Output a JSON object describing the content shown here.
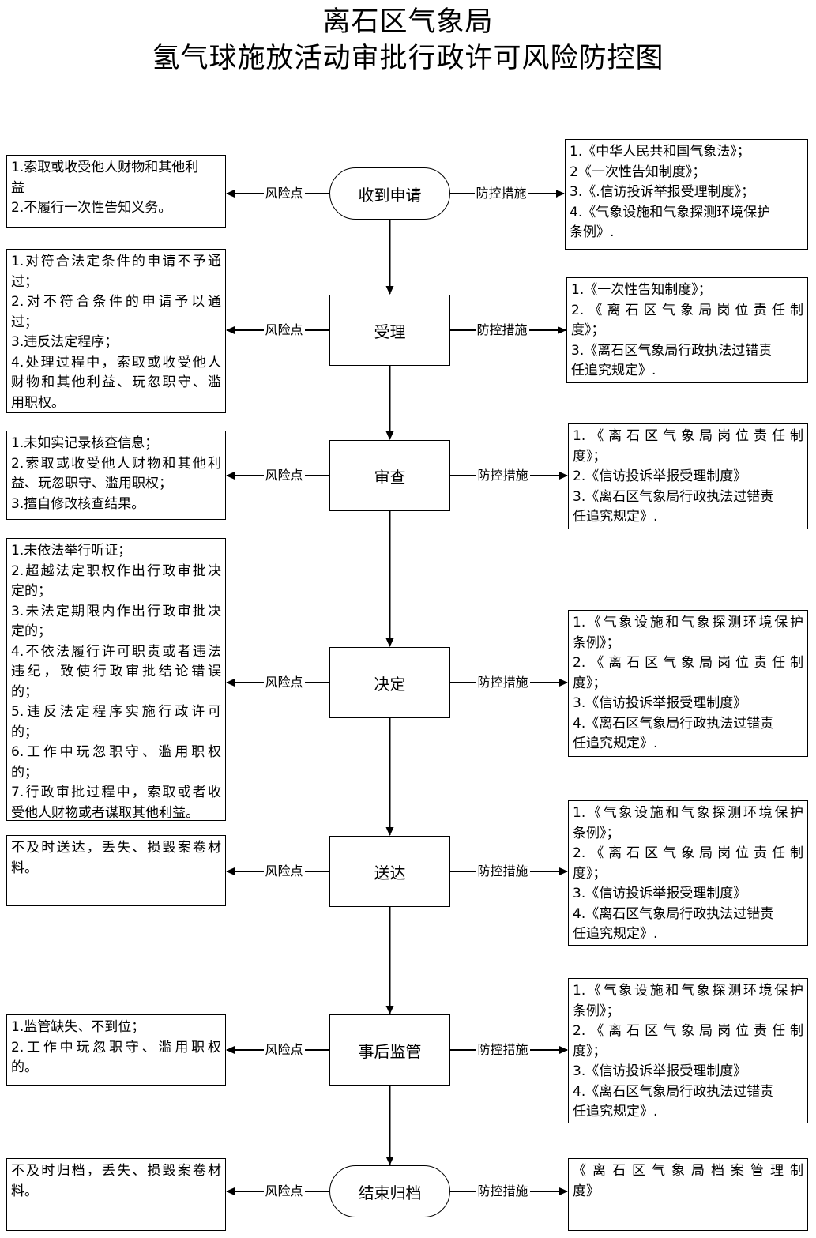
{
  "title_line1": "离石区气象局",
  "title_line2": "氢气球施放活动审批行政许可风险防控图",
  "risk_label": "风险点",
  "measure_label": "防控措施",
  "steps": [
    {
      "name": "收到申请",
      "risks": [
        "1.索取或收受他人财物和其他利",
        "益",
        "2.不履行一次性告知义务。"
      ],
      "measures": [
        "1.《中华人民共和国气象法》；",
        "2《一次性告知制度》；",
        "3.《.信访投诉举报受理制度》；",
        "4.《气象设施和气象探测环境保护",
        "条例》."
      ]
    },
    {
      "name": "受理",
      "risks": [
        "1.对符合法定条件的申请不予通",
        "过；",
        "2.对不符合条件的申请予以通",
        "过；",
        "3.违反法定程序；",
        "4.处理过程中，索取或收受他人",
        "财物和其他利益、玩忽职守、滥",
        "用职权。"
      ],
      "measures": [
        "1.《一次性告知制度》；",
        "2.《离石区气象局岗位责任制",
        "度》；",
        "3.《离石区气象局行政执法过错责",
        "任追究规定》."
      ]
    },
    {
      "name": "审查",
      "risks": [
        "1.未如实记录核查信息；",
        "2.索取或收受他人财物和其他利",
        "益、玩忽职守、滥用职权；",
        "3.擅自修改核查结果。"
      ],
      "measures": [
        "1.《离石区气象局岗位责任制",
        "度》；",
        "2.《信访投诉举报受理制度》",
        "3.《离石区气象局行政执法过错责",
        "任追究规定》."
      ]
    },
    {
      "name": "决定",
      "risks": [
        "1.未依法举行听证；",
        "2.超越法定职权作出行政审批决",
        "定的；",
        "3.未法定期限内作出行政审批决",
        "定的；",
        "4.不依法履行许可职责或者违法",
        "违纪，致使行政审批结论错误",
        "的；",
        "5.违反法定程序实施行政许可",
        "的；",
        "6.工作中玩忽职守、滥用职权",
        "的；",
        "7.行政审批过程中，索取或者收",
        "受他人财物或者谋取其他利益。"
      ],
      "measures": [
        "1.《气象设施和气象探测环境保护",
        "条例》；",
        "2.《离石区气象局岗位责任制",
        "度》；",
        "3.《信访投诉举报受理制度》",
        "4.《离石区气象局行政执法过错责",
        "任追究规定》."
      ]
    },
    {
      "name": "送达",
      "risks": [
        "不及时送达，丢失、损毁案卷材",
        "料。"
      ],
      "measures": [
        "1.《气象设施和气象探测环境保护",
        "条例》；",
        "2.《离石区气象局岗位责任制",
        "度》；",
        "3.《信访投诉举报受理制度》",
        "4.《离石区气象局行政执法过错责",
        "任追究规定》."
      ]
    },
    {
      "name": "事后监管",
      "risks": [
        "1.监管缺失、不到位；",
        "2.工作中玩忽职守、滥用职权",
        "的。"
      ],
      "measures": [
        "1.《气象设施和气象探测环境保护",
        "条例》；",
        "2.《离石区气象局岗位责任制",
        "度》；",
        "3.《信访投诉举报受理制度》",
        "4.《离石区气象局行政执法过错责",
        "任追究规定》."
      ]
    },
    {
      "name": "结束归档",
      "risks": [
        "不及时归档，丢失、损毁案卷材",
        "料。"
      ],
      "measures": [
        "《离石区气象局档案管理制",
        "度》"
      ]
    }
  ]
}
